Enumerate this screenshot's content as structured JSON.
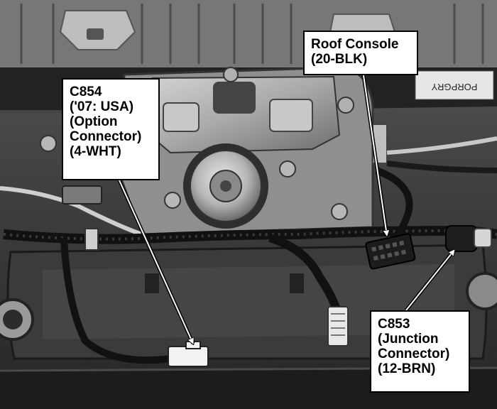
{
  "callouts": {
    "roof_console": {
      "lines": [
        "Roof Console",
        "(20-BLK)"
      ]
    },
    "c854": {
      "lines": [
        "C854",
        "('07: USA)",
        "(Option",
        "Connector)",
        "(4-WHT)"
      ]
    },
    "c853": {
      "lines": [
        "C853",
        "(Junction",
        "Connector)",
        "(12-BRN)"
      ]
    }
  },
  "photo_label_text": "PORPGRY"
}
